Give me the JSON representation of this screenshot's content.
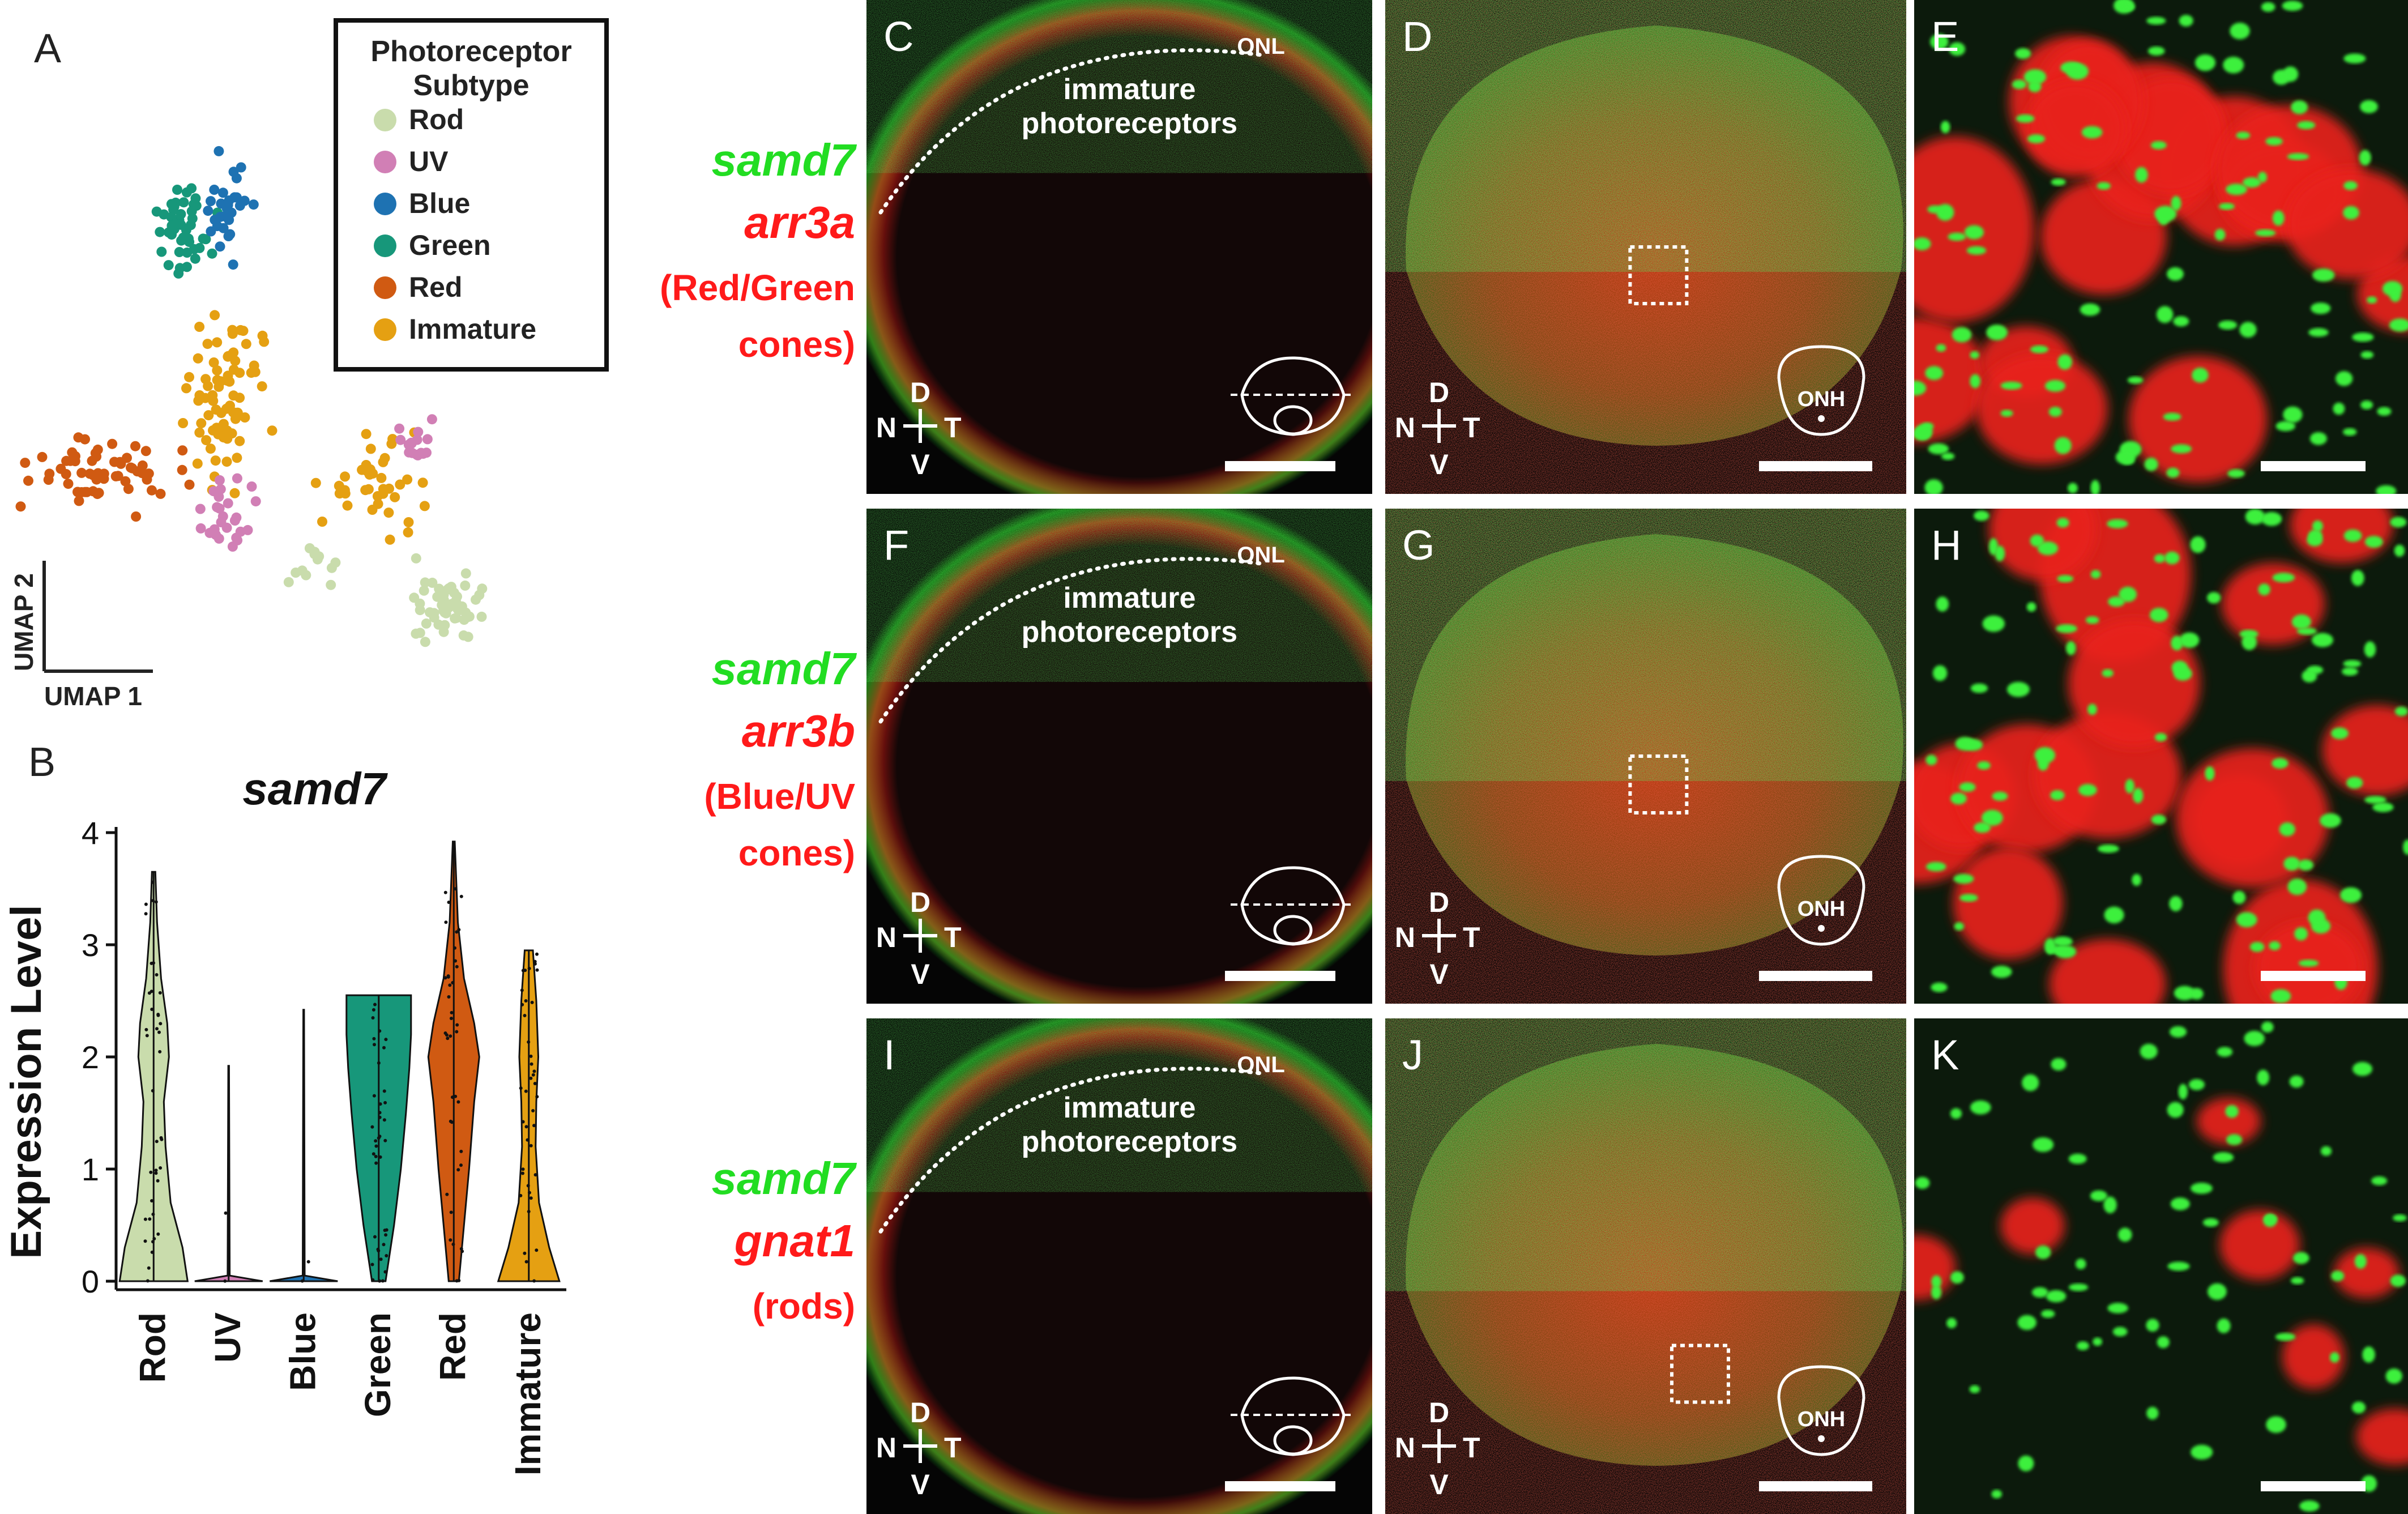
{
  "panels": {
    "A": "A",
    "B": "B",
    "C": "C",
    "D": "D",
    "E": "E",
    "F": "F",
    "G": "G",
    "H": "H",
    "I": "I",
    "J": "J",
    "K": "K"
  },
  "umap": {
    "legend_title_line1": "Photoreceptor",
    "legend_title_line2": "Subtype",
    "legend": [
      {
        "label": "Rod",
        "color": "#c9dcac"
      },
      {
        "label": "UV",
        "color": "#d17fb5"
      },
      {
        "label": "Blue",
        "color": "#1e72b2"
      },
      {
        "label": "Green",
        "color": "#17977a"
      },
      {
        "label": "Red",
        "color": "#d05a12"
      },
      {
        "label": "Immature",
        "color": "#e5a012"
      }
    ],
    "axis_x": "UMAP 1",
    "axis_y": "UMAP 2"
  },
  "chart_data": {
    "type": "violin",
    "title": "samd7",
    "ylabel": "Expression Level",
    "categories": [
      "Rod",
      "UV",
      "Blue",
      "Green",
      "Red",
      "Immature"
    ],
    "colors": [
      "#c9dcac",
      "#d17fb5",
      "#1e72b2",
      "#17977a",
      "#d05a12",
      "#e5a012"
    ],
    "ylim": [
      0,
      4
    ],
    "yticks": [
      "0",
      "1",
      "2",
      "3",
      "4"
    ],
    "max_values": [
      3.65,
      1.92,
      2.42,
      2.55,
      3.92,
      2.95
    ]
  },
  "rows": [
    {
      "probe_green": "samd7",
      "probe_red": "arr3a",
      "target_line1": "(Red/Green",
      "target_line2": "cones)",
      "section_labels": {
        "region": "immature",
        "region2": "photoreceptors",
        "layer": "ONL"
      },
      "flat_label": "ONH"
    },
    {
      "probe_green": "samd7",
      "probe_red": "arr3b",
      "target_line1": "(Blue/UV",
      "target_line2": "cones)",
      "section_labels": {
        "region": "immature",
        "region2": "photoreceptors",
        "layer": "ONL"
      },
      "flat_label": "ONH"
    },
    {
      "probe_green": "samd7",
      "probe_red": "gnat1",
      "target_line1": "(rods)",
      "target_line2": "",
      "section_labels": {
        "region": "immature",
        "region2": "photoreceptors",
        "layer": "ONL"
      },
      "flat_label": "ONH"
    }
  ],
  "compass": {
    "d": "D",
    "v": "V",
    "n": "N",
    "t": "T"
  },
  "colors": {
    "probe_green": "#22dd22",
    "probe_red": "#ff1a1a",
    "micro_bg": "#0c1a0c",
    "micro_red": "#e8201a"
  }
}
